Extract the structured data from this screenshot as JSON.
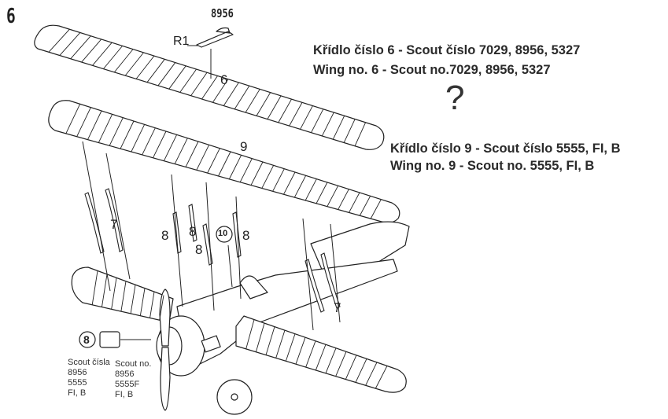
{
  "step_number": "6",
  "gun_code": "8956",
  "gun_part": "R1",
  "notes": [
    "Křídlo číslo 6 - Scout číslo 7029, 8956, 5327",
    "Wing no. 6 - Scout no.7029, 8956, 5327",
    "?",
    "Křídlo číslo 9 - Scout číslo 5555, FI, B",
    "Wing no. 9 - Scout no. 5555, FI, B"
  ],
  "part_labels": {
    "top_wing": "6",
    "middle_wing": "9",
    "strut_left": "7",
    "strut_right": "7",
    "strut_a": "8",
    "strut_b": "8",
    "strut_c": "8",
    "strut_d": "8",
    "circled_10": "10",
    "circled_8": "8"
  },
  "callout_cz": [
    "Scout čísla",
    "8956",
    "5555",
    "FI, B"
  ],
  "callout_en": [
    "Scout no.",
    "8956",
    "5555F",
    "FI, B"
  ]
}
